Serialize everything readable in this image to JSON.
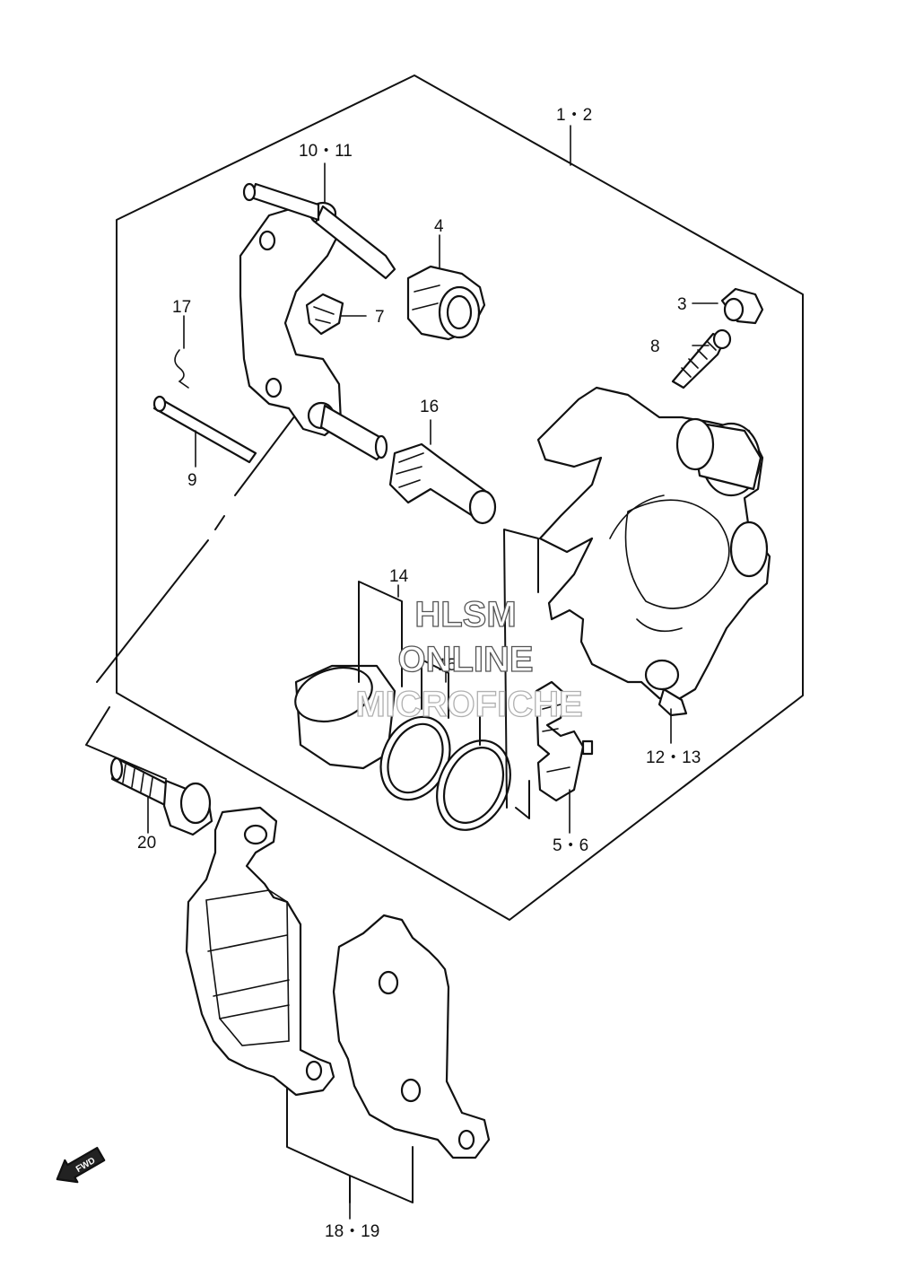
{
  "watermark": {
    "line1": "HLSM",
    "line2": "ONLINE",
    "line3": "MICROFICHE"
  },
  "callouts": {
    "c1_2": "1・2",
    "c10_11": "10・11",
    "c4": "4",
    "c3": "3",
    "c8": "8",
    "c7": "7",
    "c17": "17",
    "c9": "9",
    "c16": "16",
    "c14": "14",
    "c15": "15",
    "c12_13": "12・13",
    "c5_6": "5・6",
    "c20": "20",
    "c18_19": "18・19"
  },
  "fwd_arrow": {
    "label": "FWD"
  }
}
